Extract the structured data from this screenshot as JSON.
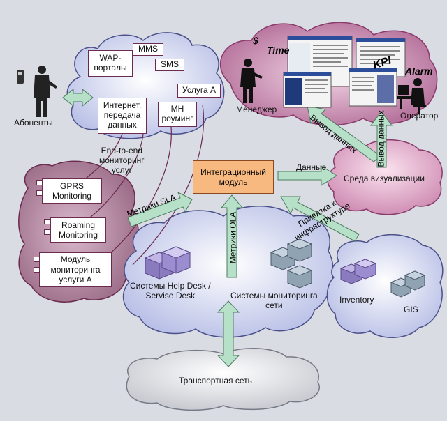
{
  "subscribers": {
    "label": "Абоненты"
  },
  "services_cloud": {
    "wap": "WAP-\nпорталы",
    "mms": "MMS",
    "sms": "SMS",
    "internet": "Интернет,\nпередача\nданных",
    "service_a": "Услуга А",
    "roaming": "МН\nроуминг"
  },
  "end_to_end": "End-to-end\nмониторинг\nуслуг",
  "modules": {
    "gprs": "GPRS\nMonitoring",
    "roaming": "Roaming\nMonitoring",
    "service_a": "Модуль\nмониторинга\nуслуги А"
  },
  "integration": "Интеграционный\nмодуль",
  "arrows": {
    "sla": "Метрики SLA",
    "ola": "Метрики OLA",
    "data": "Данные",
    "infra": "Привязка к\nинфраструктуре",
    "output1": "Вывод данных",
    "output2": "Вывод данных"
  },
  "visualization": "Среда визуализации",
  "management": {
    "manager": "Менеджер",
    "operator": "Оператор",
    "time": "Time",
    "dollar": "$",
    "kpi": "KPI",
    "alarm": "Alarm"
  },
  "systems": {
    "helpdesk": "Системы Help Desk /\nServise Desk",
    "netmon": "Системы мониторинга\nсети"
  },
  "inventory": {
    "inventory": "Inventory",
    "gis": "GIS"
  },
  "transport": "Транспортная сеть",
  "colors": {
    "purple_cloud": "#a0708f",
    "light_cloud": "#c8cde8",
    "mgmt_cloud": "#c88ab0",
    "arrow": "#b7e0c8",
    "integration": "#f7b97f"
  }
}
